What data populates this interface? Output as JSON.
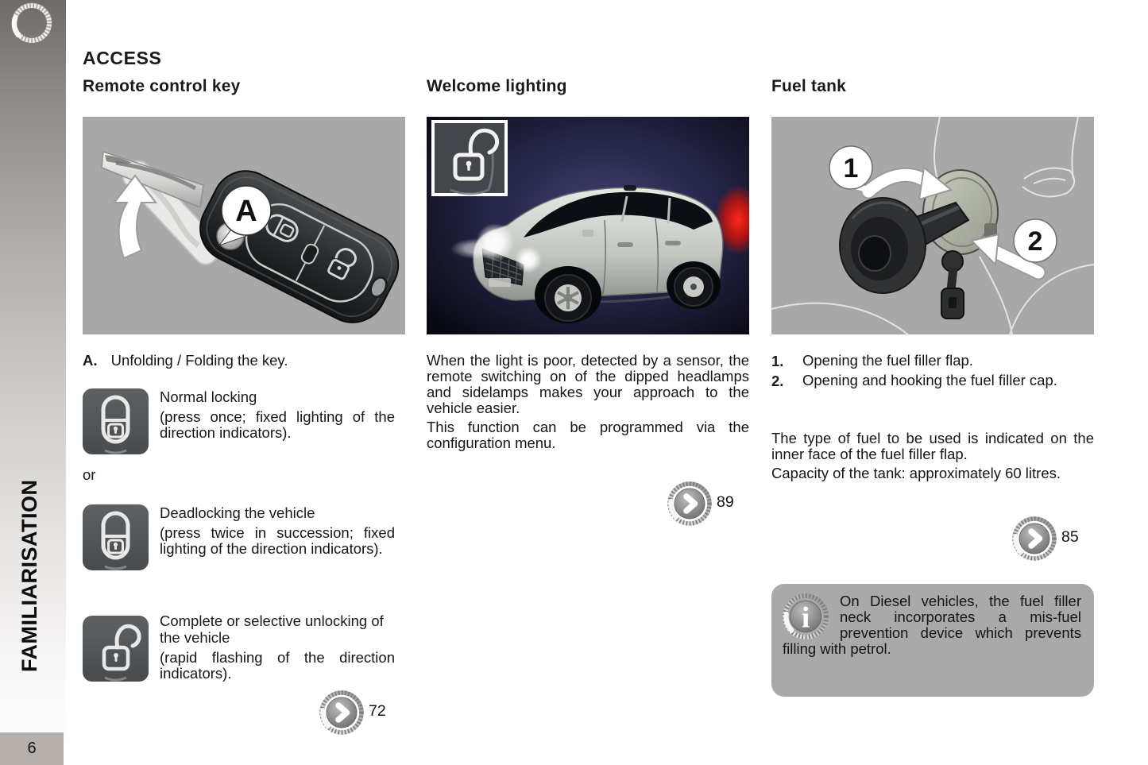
{
  "sidebar": {
    "section_label": "FAMILIARISATION",
    "page_number": "6"
  },
  "header": {
    "title": "ACCESS"
  },
  "remote_key": {
    "heading": "Remote control key",
    "callout_label": "A",
    "item_label": "A.",
    "item_text": "Unfolding / Folding the key.",
    "or_label": "or",
    "functions": [
      {
        "icon": "lock-closed-icon",
        "title": "Normal locking",
        "detail": "(press once; fixed lighting of the direction indicators)."
      },
      {
        "icon": "lock-closed-icon",
        "title": "Deadlocking the vehicle",
        "detail": "(press twice in succession; fixed lighting of the direction indicators)."
      },
      {
        "icon": "lock-open-icon",
        "title": "Complete or selective unlocking of the vehicle",
        "detail": "(rapid flashing of the direction indicators)."
      }
    ],
    "page_ref": "72"
  },
  "welcome_lighting": {
    "heading": "Welcome lighting",
    "paragraph1": "When the light is poor, detected by a sensor, the remote switching on of the dipped headlamps and sidelamps makes your approach to the vehicle easier.",
    "paragraph2": "This function can be programmed via the configuration menu.",
    "page_ref": "89"
  },
  "fuel_tank": {
    "heading": "Fuel tank",
    "steps": [
      {
        "num": "1.",
        "text": "Opening the fuel filler flap."
      },
      {
        "num": "2.",
        "text": "Opening and hooking the fuel filler cap."
      }
    ],
    "callout1": "1",
    "callout2": "2",
    "paragraph1": "The type of fuel to be used is indicated on the inner face of the fuel filler flap.",
    "paragraph2": "Capacity of the tank: approximately 60 litres.",
    "page_ref": "85",
    "note": "On Diesel vehicles, the fuel filler neck incorporates a mis-fuel prevention device which prevents filling with petrol."
  },
  "icons": {
    "info_glyph": "i",
    "nav_arrow": "chevron-right",
    "logo": "ring-dial"
  },
  "colors": {
    "figure_bg": "#a8a8a8",
    "note_bg": "#a9a9a9",
    "icon_bg": "#53575a",
    "page_tab_bg": "#b5b0ab",
    "night_sky": "#26264a",
    "headlight_glow": "#ffffff",
    "tail_glow": "#e01010"
  }
}
